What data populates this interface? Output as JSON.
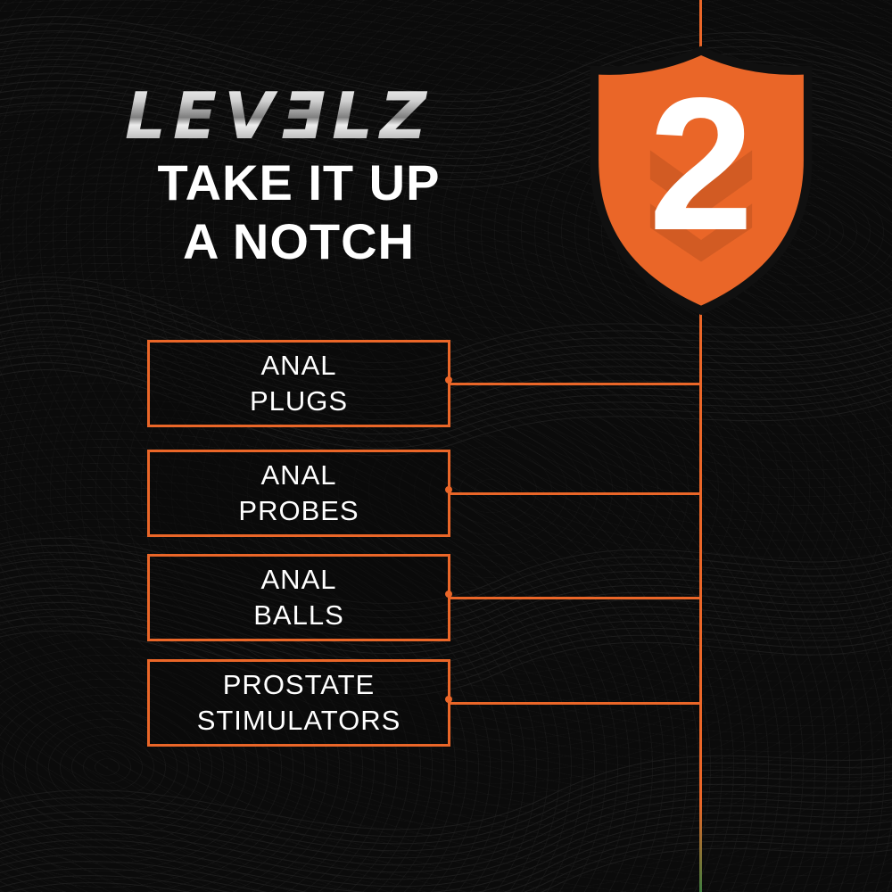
{
  "colors": {
    "accent": "#ea6628",
    "background": "#0b0b0b",
    "text": "#ffffff",
    "logo_silver": "#c8c8c8",
    "line_tail_green": "#3e7d3f"
  },
  "header": {
    "logo": "LEVƎLZ",
    "tagline_line1": "TAKE IT UP",
    "tagline_line2": "A NOTCH"
  },
  "badge": {
    "number": "2",
    "shape": "shield-icon"
  },
  "categories": [
    {
      "line1": "ANAL",
      "line2": "PLUGS"
    },
    {
      "line1": "ANAL",
      "line2": "PROBES"
    },
    {
      "line1": "ANAL",
      "line2": "BALLS"
    },
    {
      "line1": "PROSTATE",
      "line2": "STIMULATORS"
    }
  ]
}
